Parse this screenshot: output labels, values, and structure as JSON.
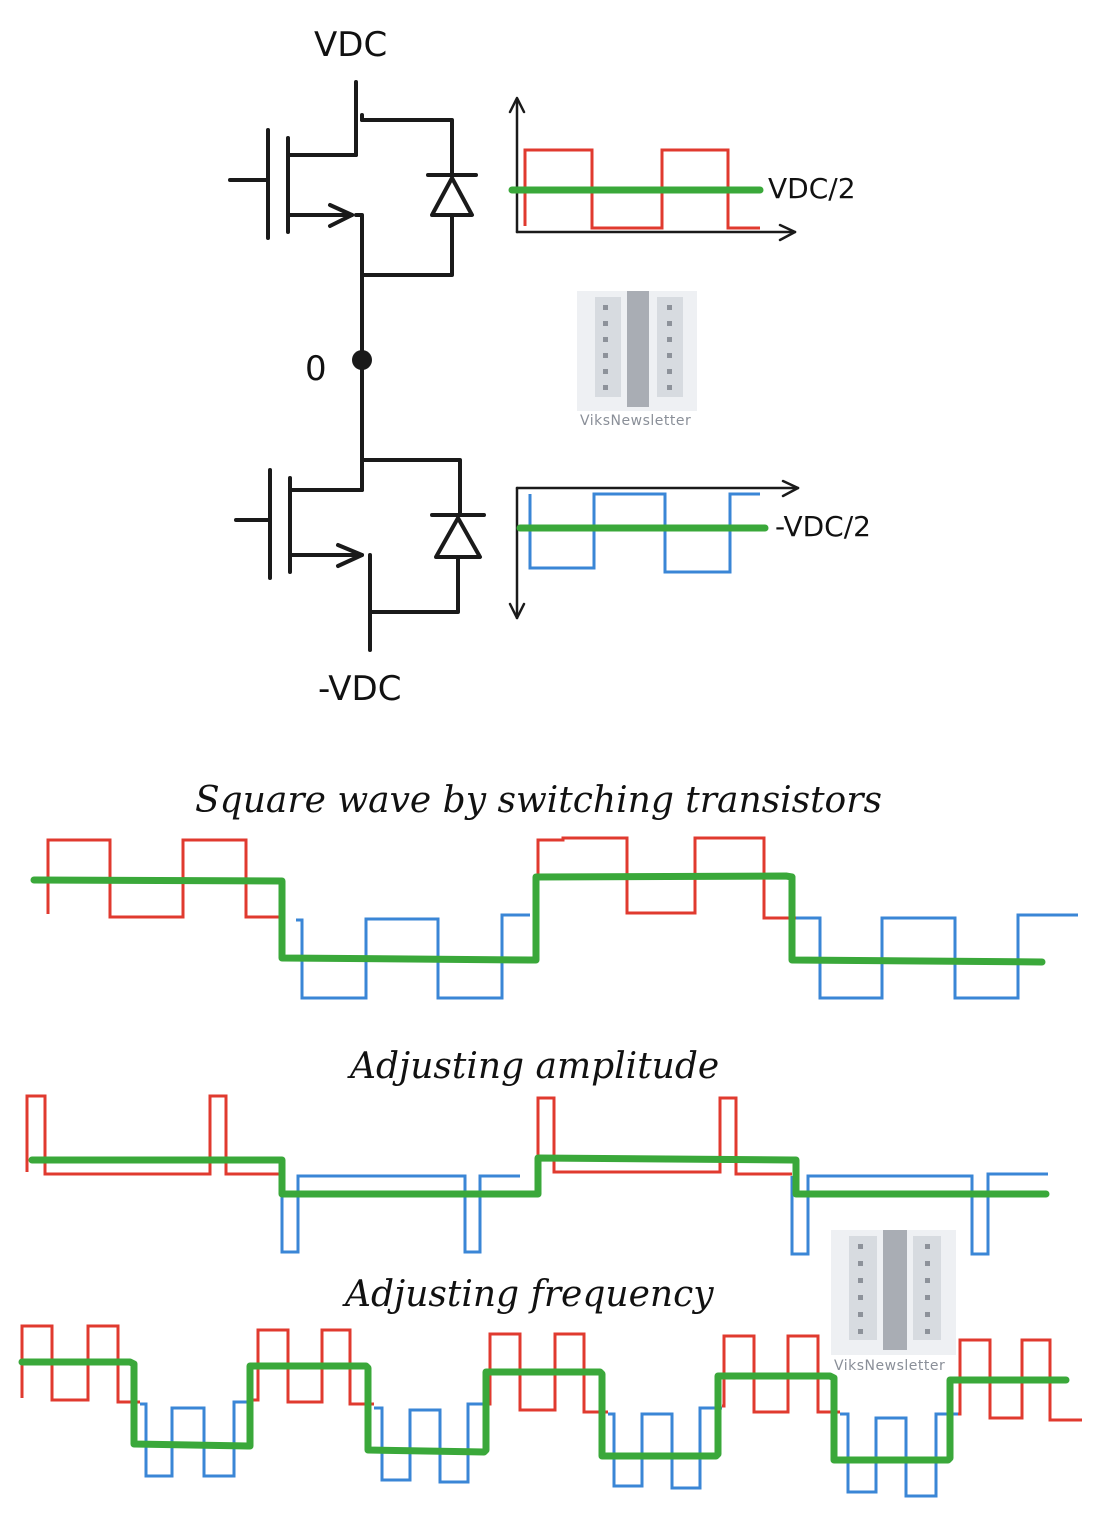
{
  "circuit": {
    "vdc_top_label": "VDC",
    "vdc_bottom_label": "-VDC",
    "node_label": "0",
    "upper_scope_label": "VDC/2",
    "lower_scope_label": "-VDC/2"
  },
  "sections": {
    "square_wave_title": "Square wave by switching transistors",
    "amplitude_title": "Adjusting amplitude",
    "frequency_title": "Adjusting frequency"
  },
  "watermark": {
    "text": "ViksNewsletter"
  },
  "colors": {
    "positive_pulse": "#e03a2f",
    "negative_pulse": "#3a86d6",
    "average_output": "#3aa83a",
    "ink": "#1a1a1a",
    "watermark_gray": "#a9adb4"
  }
}
